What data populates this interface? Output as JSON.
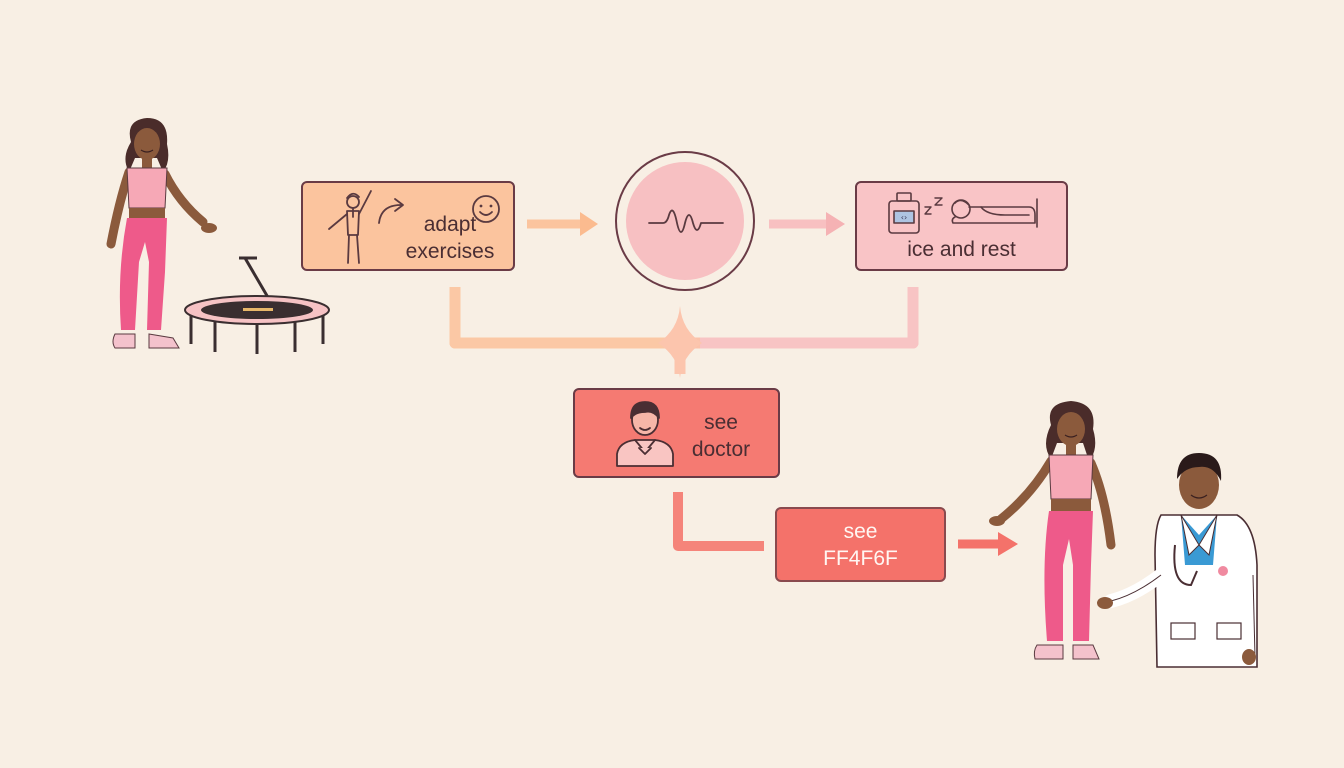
{
  "diagram": {
    "adapt_box": {
      "label_line1": "adapt",
      "label_line2": "exercises",
      "icons": [
        "stretching-person-icon",
        "curved-arrow-icon",
        "smile-icon"
      ]
    },
    "monitor": {
      "icon": "pulse-wave-icon"
    },
    "ice_box": {
      "label": "ice and rest",
      "icons": [
        "ice-bottle-icon",
        "sleep-zz-icon",
        "resting-person-icon"
      ]
    },
    "doctor_box": {
      "label_line1": "see",
      "label_line2": "doctor",
      "icon": "doctor-avatar-icon"
    },
    "ff_box": {
      "label_line1": "see",
      "label_line2": "FF4F6F"
    },
    "illustrations": [
      "woman-on-trampoline",
      "trampoline",
      "woman-with-doctor",
      "doctor"
    ]
  },
  "colors": {
    "background": "#f8efe4",
    "peach": "#fbc49e",
    "light_pink": "#f9c4c6",
    "coral": "#f57a72",
    "outline": "#6a3b46"
  }
}
